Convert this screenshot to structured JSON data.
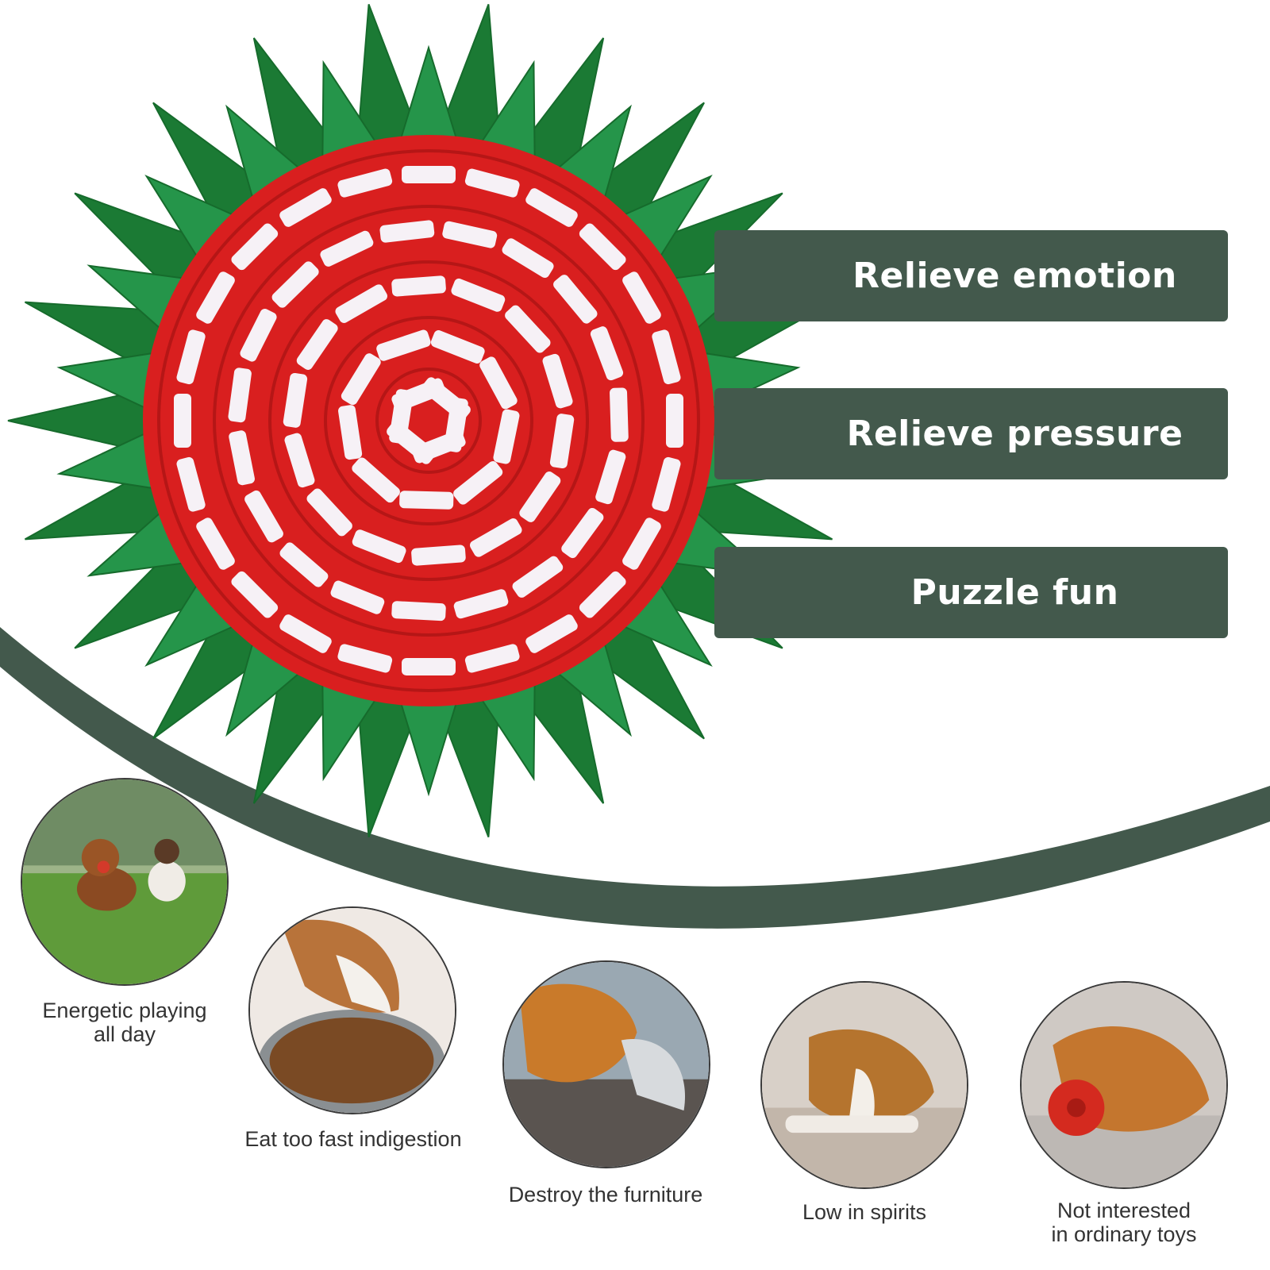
{
  "colors": {
    "band": "#43594c",
    "mat_red": "#d91f1f",
    "mat_white": "#f6f1f6",
    "leaf_green": "#1f8a3a"
  },
  "benefits": [
    {
      "label": "Relieve emotion"
    },
    {
      "label": "Relieve pressure"
    },
    {
      "label": "Puzzle fun"
    }
  ],
  "problems": [
    {
      "caption": "Energetic playing\nall day",
      "photo": "two-dogs-running-grass"
    },
    {
      "caption": "Eat too fast indigestion",
      "photo": "beagle-eating-kibble"
    },
    {
      "caption": "Destroy the furniture",
      "photo": "dog-chewing-cushion"
    },
    {
      "caption": "Low in spirits",
      "photo": "beagle-lying-floor"
    },
    {
      "caption": "Not interested\nin ordinary toys",
      "photo": "golden-retriever-with-red-toy"
    }
  ]
}
